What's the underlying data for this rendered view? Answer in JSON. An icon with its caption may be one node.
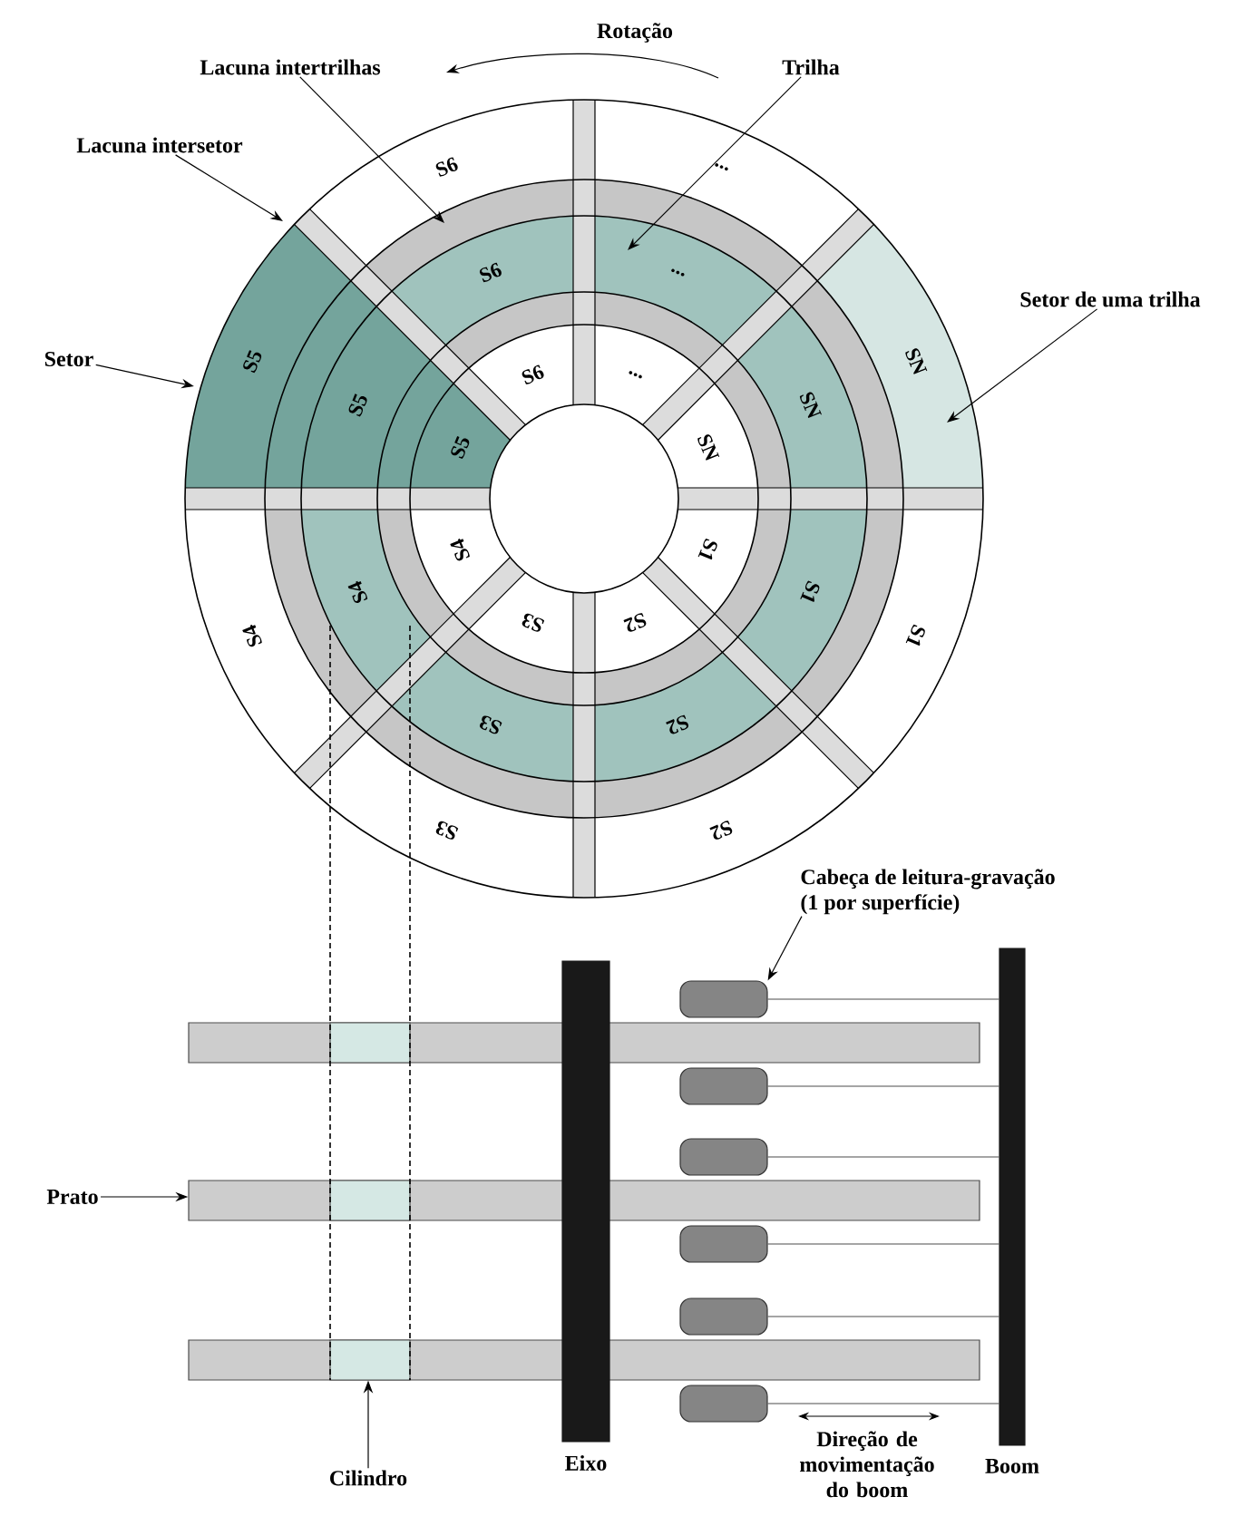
{
  "diagram": {
    "nodes": [
      {
        "text": [
          "Lacuna intertrilhas"
        ]
      },
      {
        "text": [
          "Trilha"
        ]
      },
      {
        "text": [
          "Lacuna intersetor"
        ]
      },
      {
        "text": [
          "Setor"
        ]
      },
      {
        "text": [
          "Setor de uma trilha"
        ]
      },
      {
        "text": [
          "Cabeça de leitura-gravação",
          "(1 por superfície)"
        ]
      },
      {
        "text": [
          "Prato"
        ]
      },
      {
        "text": [
          "Cilindro"
        ]
      },
      {
        "text": [],
        "shape": "bar"
      },
      {
        "text": [],
        "shape": "box",
        "in": 8
      },
      {
        "text": [],
        "shape": "bar"
      },
      {
        "text": [],
        "shape": "box",
        "in": 10
      },
      {
        "text": [],
        "shape": "bar"
      },
      {
        "text": [],
        "shape": "box",
        "in": 12
      },
      {
        "text": [],
        "shape": "bar",
        "beside": [
          "Eixo"
        ]
      },
      {
        "text": [],
        "shape": "box"
      },
      {
        "text": [],
        "shape": "box"
      },
      {
        "text": [],
        "shape": "box"
      },
      {
        "text": [],
        "shape": "box"
      },
      {
        "text": [],
        "shape": "box"
      },
      {
        "text": [],
        "shape": "box"
      },
      {
        "text": [],
        "shape": "bar",
        "beside": [
          "Boom"
        ]
      }
    ],
    "edges": [
      {
        "from": 0,
        "to": null,
        "arrow": "to"
      },
      {
        "from": 1,
        "to": null,
        "arrow": "to"
      },
      {
        "from": 2,
        "to": null,
        "arrow": "to"
      },
      {
        "from": 3,
        "to": null,
        "arrow": "to"
      },
      {
        "from": 4,
        "to": null,
        "arrow": "to"
      },
      {
        "from": 5,
        "to": 15,
        "arrow": "to"
      },
      {
        "from": 6,
        "to": 10,
        "arrow": "to"
      },
      {
        "from": 7,
        "to": 13,
        "arrow": "to"
      },
      {
        "from": 15,
        "to": 21,
        "arrow": "none"
      },
      {
        "from": 16,
        "to": 21,
        "arrow": "none"
      },
      {
        "from": 17,
        "to": 21,
        "arrow": "none"
      },
      {
        "from": 18,
        "to": 21,
        "arrow": "none"
      },
      {
        "from": 19,
        "to": 21,
        "arrow": "none"
      },
      {
        "from": 20,
        "to": 21,
        "arrow": "none"
      }
    ],
    "labels": [
      "Rotação",
      "SN",
      "SN",
      "SN",
      "...",
      "...",
      "...",
      "S6",
      "S6",
      "S6",
      "S5",
      "S5",
      "S5",
      "S4",
      "S4",
      "S4",
      "S3",
      "S3",
      "S3",
      "S2",
      "S2",
      "S2",
      "S1",
      "S1",
      "S1",
      "Direção de movimentação do boom"
    ]
  }
}
